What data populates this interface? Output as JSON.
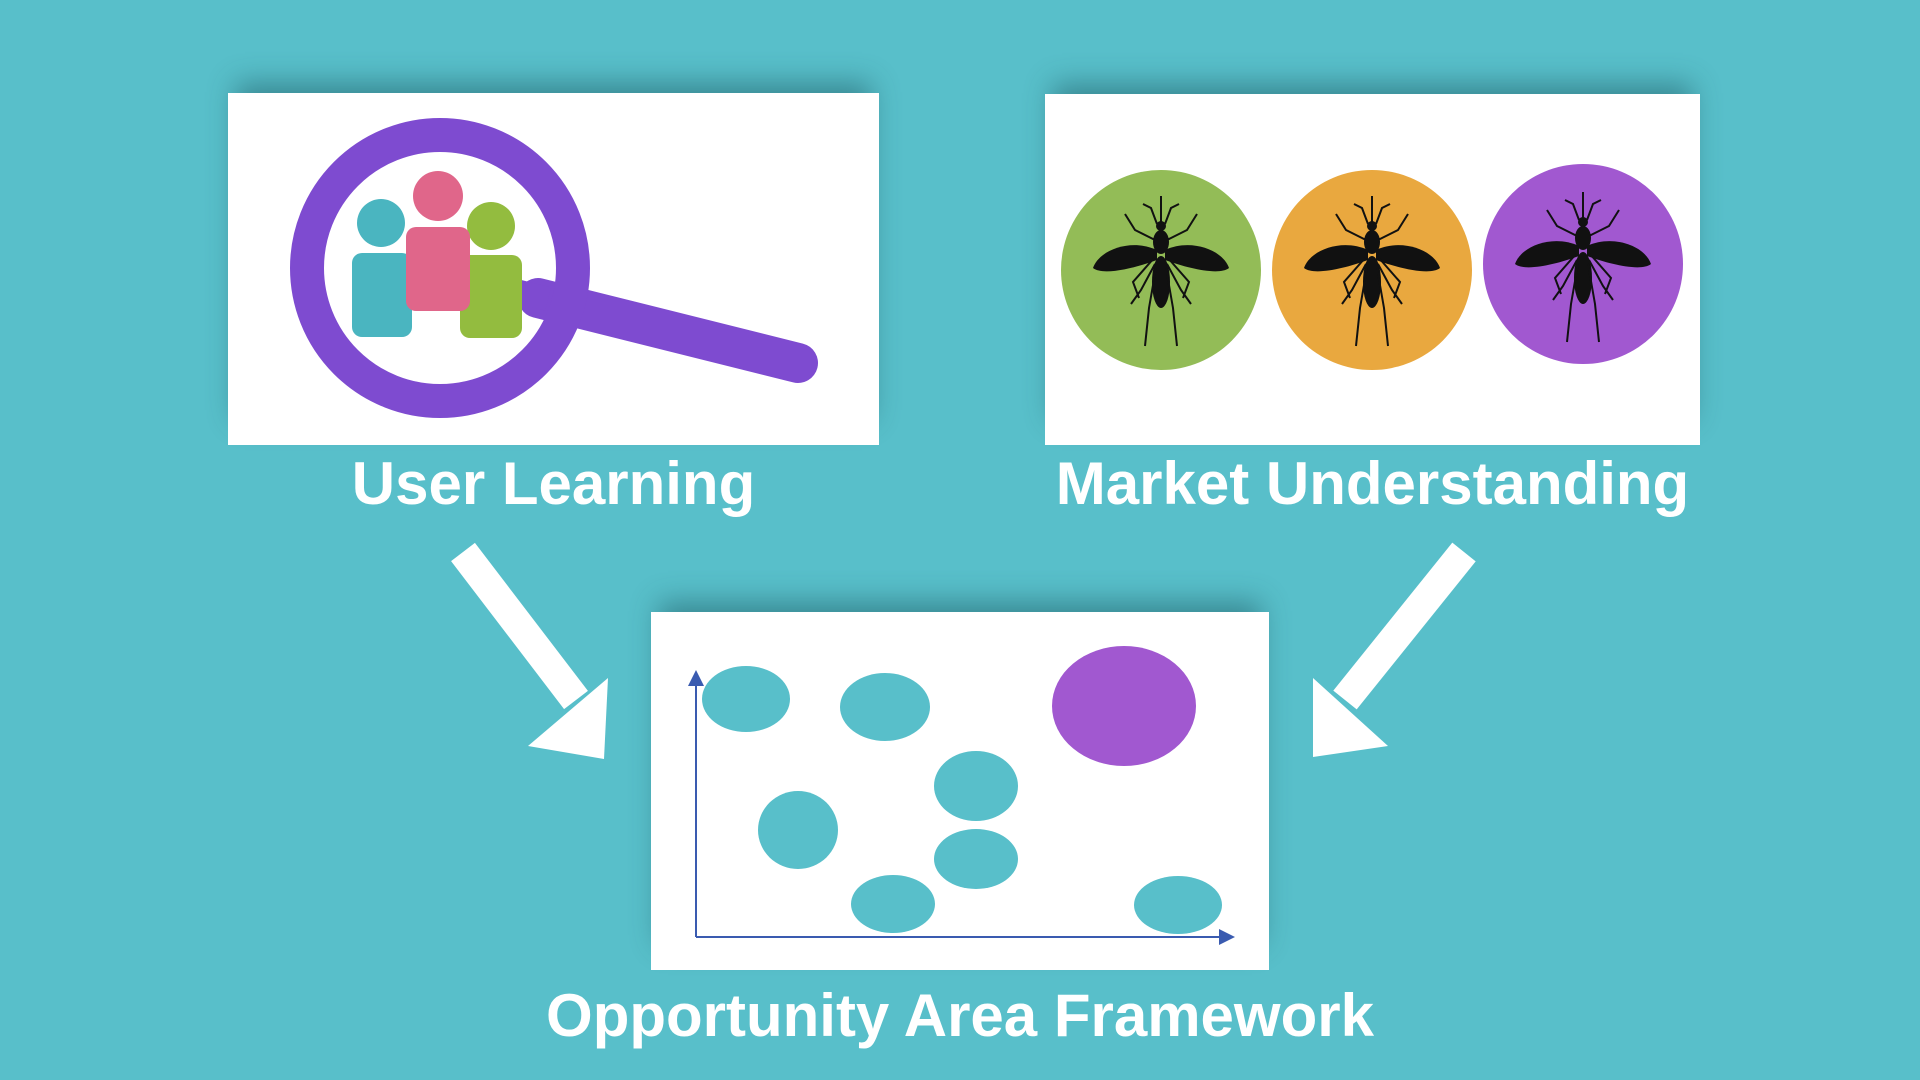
{
  "colors": {
    "background": "#58bfca",
    "card": "#ffffff",
    "caption_text": "#ffffff",
    "people_teal": "#4ab5c0",
    "people_pink": "#e0668a",
    "people_green": "#93bc3f",
    "magnifier_purple": "#7e4bd0",
    "mosquito_circle_green": "#93bc57",
    "mosquito_circle_orange": "#e9a83f",
    "mosquito_circle_purple": "#a158d0",
    "bubble_teal": "#58bfca",
    "bubble_purple": "#a158d0",
    "axis_blue": "#3a5bb0"
  },
  "cards": {
    "user_learning": {
      "caption": "User Learning",
      "icon": "magnifier-people-icon"
    },
    "market_understanding": {
      "caption": "Market Understanding",
      "icons": [
        "mosquito-icon",
        "mosquito-icon",
        "mosquito-icon"
      ]
    },
    "opportunity_area": {
      "caption": "Opportunity Area Framework",
      "icon": "bubble-plot-icon"
    }
  },
  "arrows": [
    "arrow-down-right-icon",
    "arrow-down-left-icon"
  ]
}
